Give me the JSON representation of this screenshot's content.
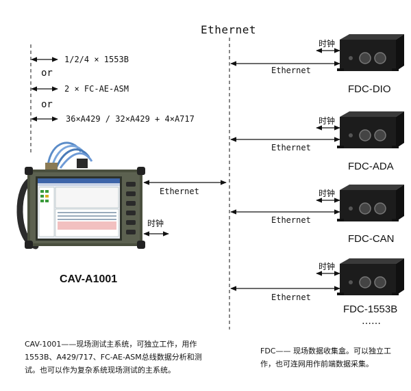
{
  "network_title": "Ethernet",
  "bus_options": {
    "opt1": "1/2/4 × 1553B",
    "or1": "or",
    "opt2": "2 × FC-AE-ASM",
    "or2": "or",
    "opt3": "36×A429 / 32×A429 + 4×A717"
  },
  "main_system": {
    "name": "CAV-A1001",
    "ethernet_label": "Ethernet",
    "clock_label": "时钟",
    "description": "CAV-1001——现场测试主系统，可独立工作，用作1553B、A429/717、FC-AE-ASM总线数据分析和测试。也可以作为复杂系统现场测试的主系统。"
  },
  "fdc_boxes": [
    {
      "name": "FDC-DIO",
      "ethernet_label": "Ethernet",
      "clock_label": "时钟"
    },
    {
      "name": "FDC-ADA",
      "ethernet_label": "Ethernet",
      "clock_label": "时钟"
    },
    {
      "name": "FDC-CAN",
      "ethernet_label": "Ethernet",
      "clock_label": "时钟"
    },
    {
      "name": "FDC-1553B",
      "ethernet_label": "Ethernet",
      "clock_label": "时钟"
    }
  ],
  "ellipsis": "……",
  "fdc_description": "FDC—— 现场数据收集盒。可以独立工作，也可连网用作前端数据采集。",
  "colors": {
    "line": "#111111",
    "device_body": "#1c1c1c",
    "tablet_body": "#4a4f3e",
    "cable": "#5b8cc8"
  }
}
